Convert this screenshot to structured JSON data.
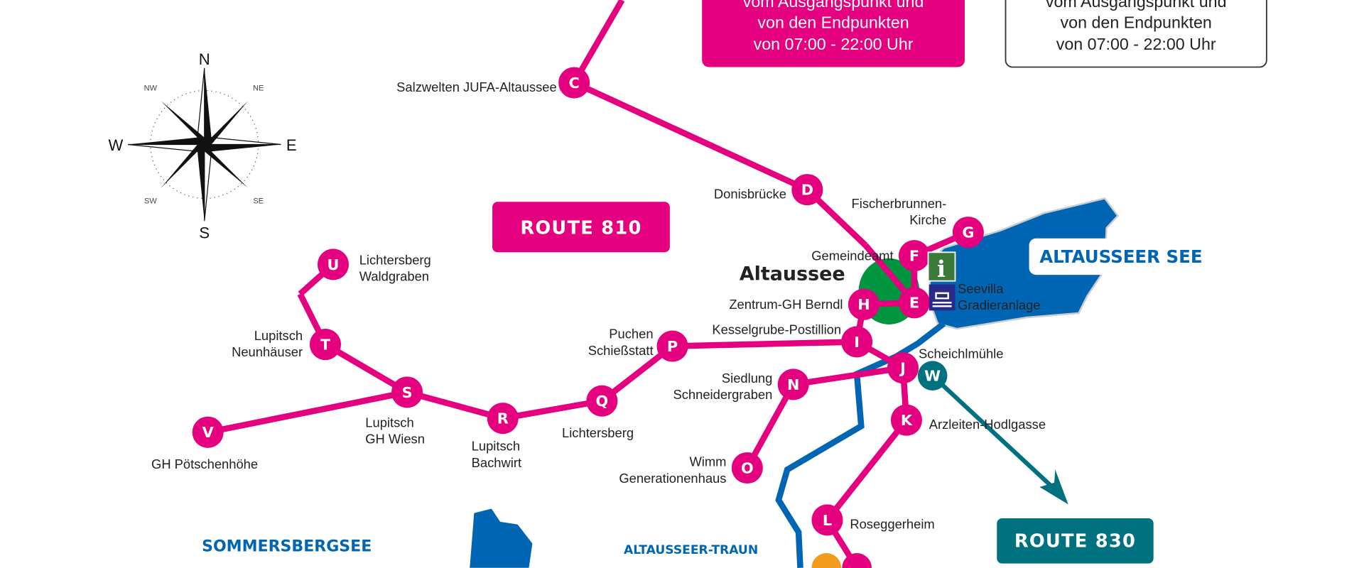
{
  "colors": {
    "route_810": "#e4007f",
    "lake": "#0066b3",
    "route_830": "#00717f",
    "town": "#00963f",
    "info": "#3c7a3a",
    "orange": "#f39c1f"
  },
  "info_boxes": [
    {
      "lines": [
        "vom Ausgangspunkt und",
        "von den Endpunkten",
        "von 07:00 - 22:00 Uhr"
      ],
      "style": "filled"
    },
    {
      "lines": [
        "vom Ausgangspunkt und",
        "von den Endpunkten",
        "von 07:00 - 22:00 Uhr"
      ],
      "style": "outlined"
    }
  ],
  "compass": {
    "n": "N",
    "s": "S",
    "e": "E",
    "w": "W",
    "ne": "NE",
    "nw": "NW",
    "se": "SE",
    "sw": "SW"
  },
  "routes": {
    "r810": "ROUTE 810",
    "r830": "ROUTE 830"
  },
  "places": {
    "town": "Altaussee",
    "lake": "ALTAUSSEER SEE",
    "river": "ALTAUSSEER-TRAUN",
    "lake2": "SOMMERSBERGSEE"
  },
  "stops": [
    {
      "letter": "C",
      "label": [
        "Salzwelten JUFA-Altaussee"
      ]
    },
    {
      "letter": "D",
      "label": [
        "Donisbrücke"
      ]
    },
    {
      "letter": "G",
      "label": [
        "Fischerbrunnen-",
        "Kirche"
      ]
    },
    {
      "letter": "F",
      "label": [
        "Gemeindeamt"
      ]
    },
    {
      "letter": "E",
      "label": [
        "Seevilla",
        "Gradieranlage"
      ]
    },
    {
      "letter": "H",
      "label": [
        "Zentrum-GH Berndl"
      ]
    },
    {
      "letter": "I",
      "label": [
        "Kesselgrube-Postillion"
      ]
    },
    {
      "letter": "P",
      "label": [
        "Puchen",
        "Schießstatt"
      ]
    },
    {
      "letter": "J",
      "label": [
        "Scheichlmühle"
      ]
    },
    {
      "letter": "W",
      "label": []
    },
    {
      "letter": "N",
      "label": [
        "Siedlung",
        "Schneidergraben"
      ]
    },
    {
      "letter": "Q",
      "label": [
        "Lichtersberg"
      ]
    },
    {
      "letter": "R",
      "label": [
        "Lupitsch",
        "Bachwirt"
      ]
    },
    {
      "letter": "S",
      "label": [
        "Lupitsch",
        "GH Wiesn"
      ]
    },
    {
      "letter": "T",
      "label": [
        "Lupitsch",
        "Neunhäuser"
      ]
    },
    {
      "letter": "U",
      "label": [
        "Lichtersberg",
        "Waldgraben"
      ]
    },
    {
      "letter": "V",
      "label": [
        "GH Pötschenhöhe"
      ]
    },
    {
      "letter": "K",
      "label": [
        "Arzleiten-Hodlgasse"
      ]
    },
    {
      "letter": "O",
      "label": [
        "Wimm",
        "Generationenhaus"
      ]
    },
    {
      "letter": "L",
      "label": [
        "Roseggerheim"
      ]
    }
  ],
  "icons": [
    "info-icon",
    "saline-icon"
  ]
}
